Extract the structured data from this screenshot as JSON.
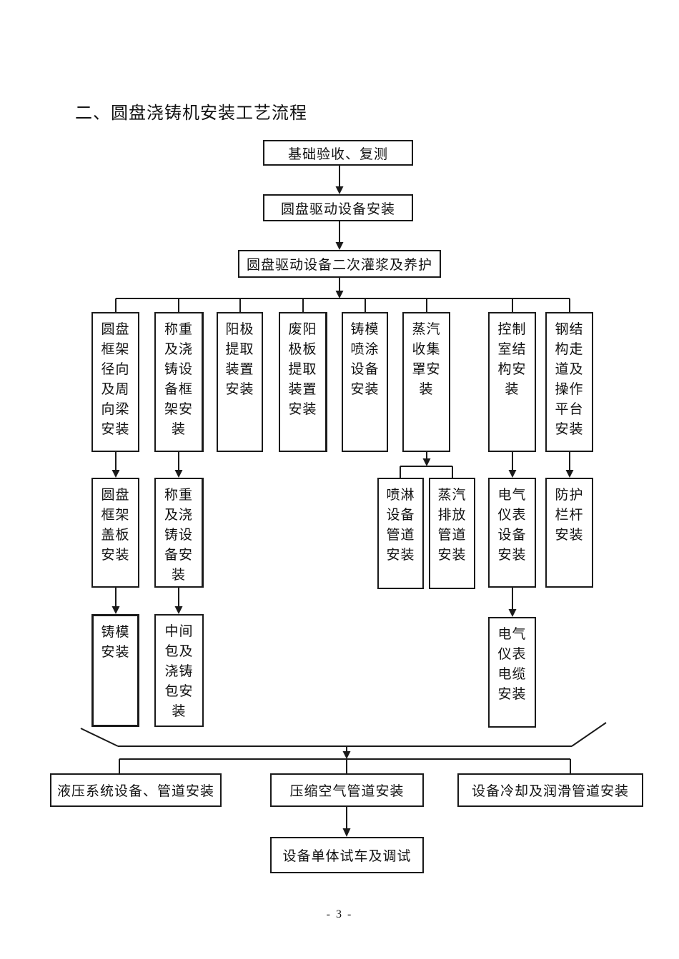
{
  "page": {
    "title": "二、圆盘浇铸机安装工艺流程",
    "number": "- 3 -"
  },
  "flowchart": {
    "nodes": {
      "foundation_check": "基础验收、复测",
      "drive_install": "圆盘驱动设备安装",
      "drive_grout": "圆盘驱动设备二次灌浆及养护",
      "frame_beams": "圆盘框架径向及周向梁安装",
      "weigh_cast_frame": "称重及浇铸设备框架安装",
      "anode_extract": "阳极提取装置安装",
      "spent_anode_extract": "废阳极板提取装置安装",
      "mold_spray": "铸模喷涂设备安装",
      "steam_hood": "蒸汽收集罩安装",
      "control_room": "控制室结构安装",
      "steel_walkway": "钢结构走道及操作平台安装",
      "frame_cover": "圆盘框架盖板安装",
      "weigh_cast_equipment": "称重及浇铸设备安装",
      "spray_piping": "喷淋设备管道安装",
      "steam_discharge_piping": "蒸汽排放管道安装",
      "electrical_instrument_equipment": "电气仪表设备安装",
      "guard_rails": "防护栏杆安装",
      "mold_install": "铸模安装",
      "tundish_ladle": "中间包及浇铸包安装",
      "electrical_instrument_cables": "电气仪表电缆安装",
      "hydraulic_piping": "液压系统设备、管道安装",
      "compressed_air_piping": "压缩空气管道安装",
      "cooling_lube_piping": "设备冷却及润滑管道安装",
      "commissioning": "设备单体试车及调试"
    }
  },
  "colors": {
    "line": "#1a1a1a",
    "background": "#ffffff",
    "text": "#111111"
  }
}
